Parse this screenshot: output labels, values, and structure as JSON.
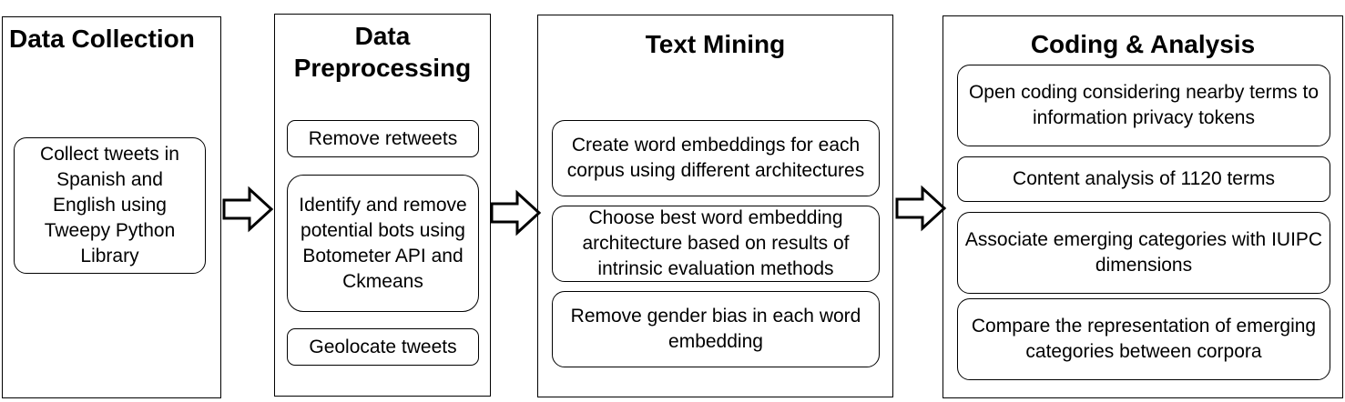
{
  "stages": [
    {
      "title": "Data Collection",
      "steps": [
        "Collect tweets in Spanish and English using Tweepy Python Library"
      ]
    },
    {
      "title_lines": [
        "Data",
        "Preprocessing"
      ],
      "steps": [
        "Remove retweets",
        "Identify and remove potential bots using Botometer API and Ckmeans",
        "Geolocate tweets"
      ]
    },
    {
      "title": "Text Mining",
      "steps": [
        "Create word embeddings for each corpus using different architectures",
        "Choose best word embedding architecture based on results of intrinsic evaluation methods",
        "Remove gender bias in each word embedding"
      ]
    },
    {
      "title": "Coding & Analysis",
      "steps": [
        "Open coding considering nearby terms to information privacy tokens",
        "Content analysis of 1120 terms",
        "Associate emerging categories with IUIPC dimensions",
        "Compare the representation of emerging categories between corpora"
      ]
    }
  ]
}
